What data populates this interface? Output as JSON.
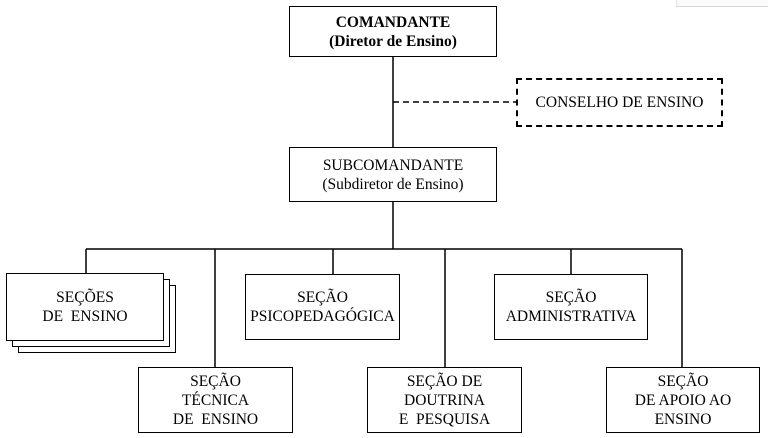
{
  "org_chart": {
    "comandante": {
      "title": "COMANDANTE",
      "subtitle": "(Diretor de Ensino)"
    },
    "conselho": "CONSELHO DE ENSINO",
    "subcomandante": {
      "title": "SUBCOMANDANTE",
      "subtitle": "(Subdiretor de Ensino)"
    },
    "secoes_ensino": {
      "line1": "SEÇÕES",
      "line2": "DE  ENSINO"
    },
    "psicopedagogica": {
      "line1": "SEÇÃO",
      "line2": "PSICOPEDAGÓGICA"
    },
    "administrativa": {
      "line1": "SEÇÃO",
      "line2": "ADMINISTRATIVA"
    },
    "tecnica": {
      "line1": "SEÇÃO",
      "line2": "TÉCNICA",
      "line3": "DE  ENSINO"
    },
    "doutrina": {
      "line1": "SEÇÃO DE",
      "line2": "DOUTRINA",
      "line3": "E  PESQUISA"
    },
    "apoio": {
      "line1": "SEÇÃO",
      "line2": "DE APOIO AO",
      "line3": "ENSINO"
    }
  }
}
